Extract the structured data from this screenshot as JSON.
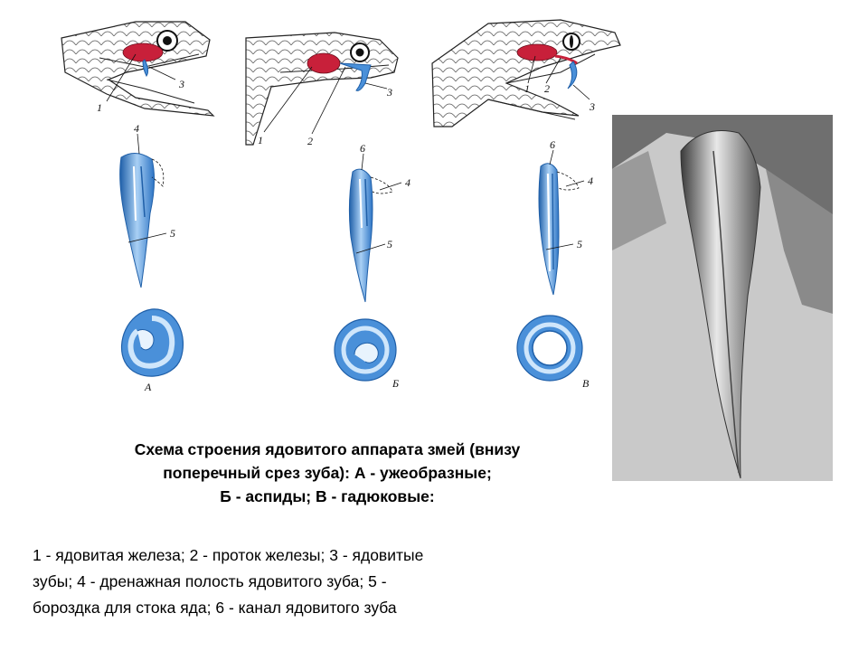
{
  "caption": {
    "line1": "Схема строения ядовитого аппарата змей (внизу",
    "line2": "поперечный срез зуба): А - ужеобразные;",
    "line3": "Б - аспиды; В - гадюковые:"
  },
  "legend": {
    "line1": "1 - ядовитая железа; 2 - проток железы; 3 - ядовитые",
    "line2": "зубы; 4 - дренажная полость ядовитого зуба; 5 -",
    "line3": "бороздка для стока яда; 6 - канал ядовитого зуба"
  },
  "labels": {
    "n1": "1",
    "n2": "2",
    "n3": "3",
    "n4": "4",
    "n5": "5",
    "n6": "6",
    "col_a": "А",
    "col_b": "Б",
    "col_c": "В"
  },
  "colors": {
    "gland": "#c8203a",
    "tooth": "#4a90d9",
    "tooth_light": "#a9d0f5",
    "tooth_dark": "#1f5fa8",
    "outline": "#222222"
  }
}
